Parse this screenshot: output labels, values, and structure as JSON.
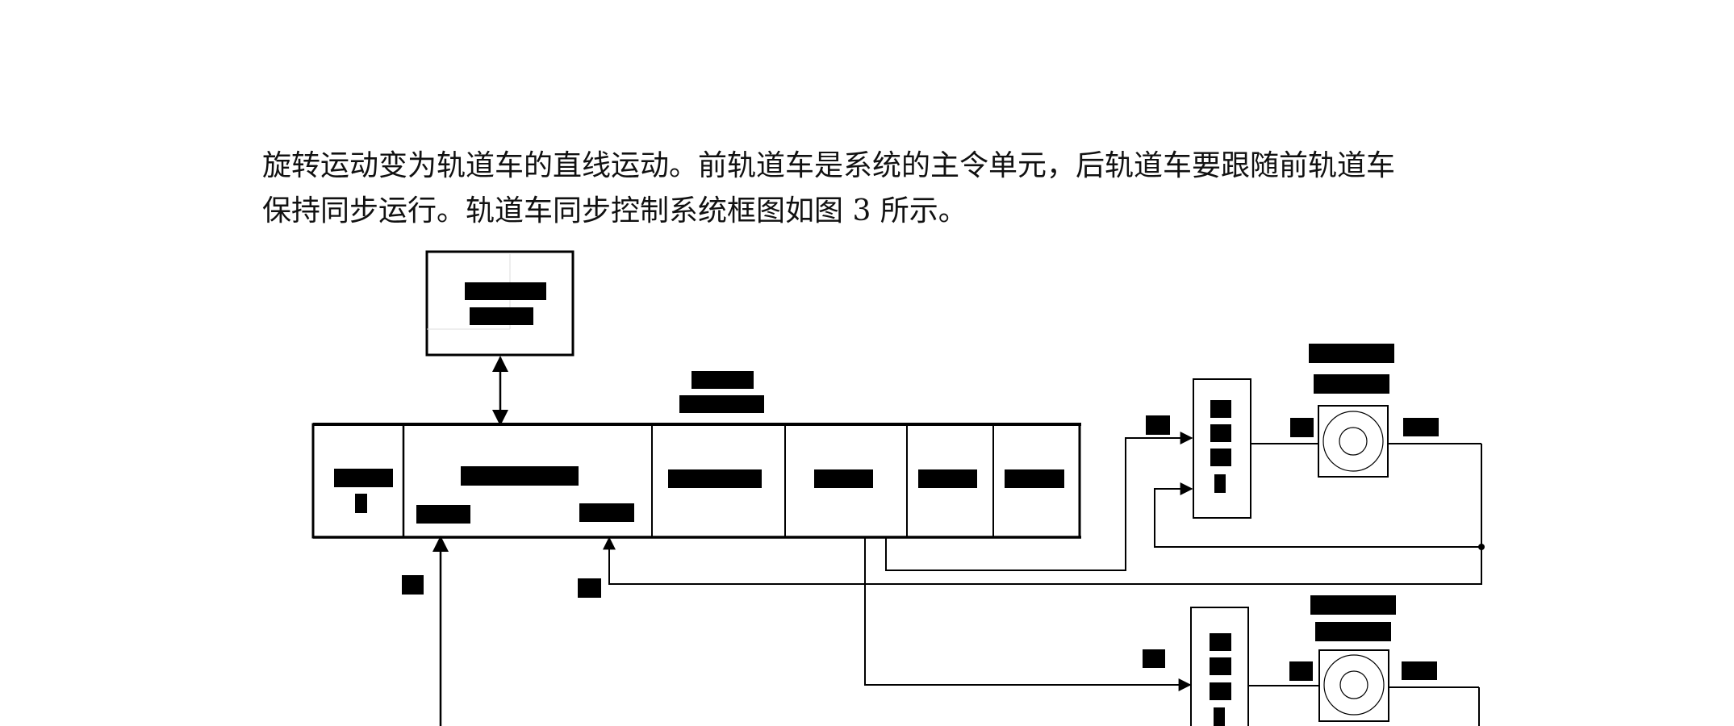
{
  "paragraph": {
    "line1": "旋转运动变为轨道车的直线运动。前轨道车是系统的主令单元，后轨道车要跟随前轨道车",
    "line2": "保持同步运行。轨道车同步控制系统框图如图 3 所示。"
  },
  "figure": {
    "label_color": "#000000",
    "line_color": "#000000",
    "redacted_labels": "solid black rectangles replace all text labels in the diagram"
  }
}
